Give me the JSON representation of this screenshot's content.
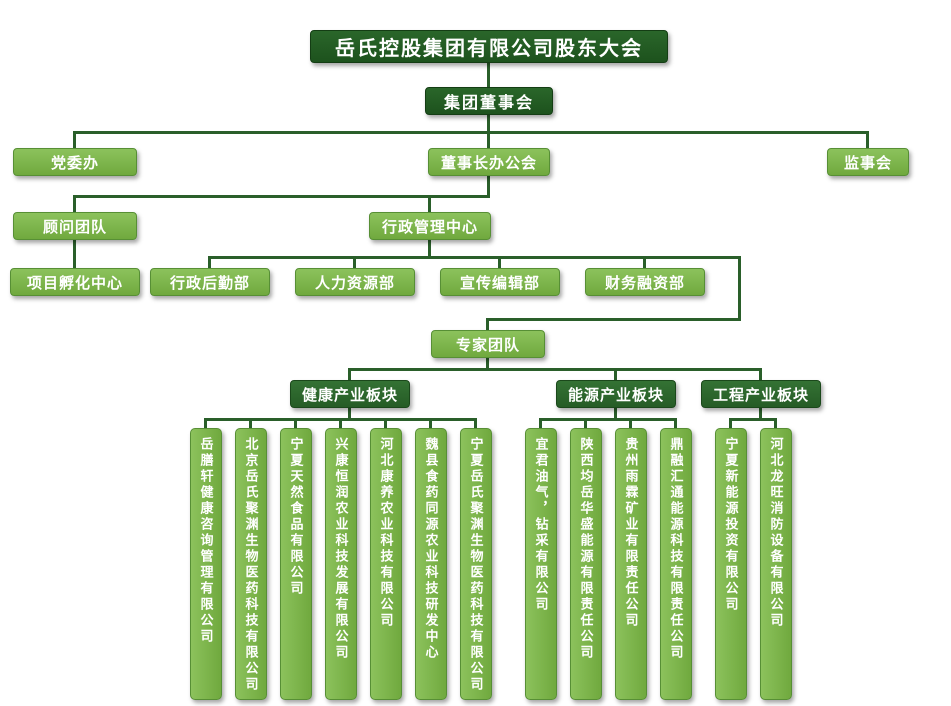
{
  "org_chart": {
    "root": "岳氏控股集团有限公司股东大会",
    "board": "集团董事会",
    "level3": {
      "party_office": "党委办",
      "chairman_office": "董事长办公会",
      "supervisory_board": "监事会"
    },
    "level4": {
      "advisor_team": "顾问团队",
      "admin_center": "行政管理中心"
    },
    "level5": {
      "incubation_center": "项目孵化中心",
      "logistics_dept": "行政后勤部",
      "hr_dept": "人力资源部",
      "editorial_dept": "宣传编辑部",
      "finance_dept": "财务融资部"
    },
    "expert_team": "专家团队",
    "sections": [
      {
        "label": "健康产业板块",
        "companies": [
          "岳膳轩健康咨询管理有限公司",
          "北京岳氏聚渊生物医药科技有限公司",
          "宁夏天然食品有限公司",
          "兴康恒润农业科技发展有限公司",
          "河北康养农业科技有限公司",
          "魏县食药同源农业科技研发中心",
          "宁夏岳氏聚渊生物医药科技有限公司"
        ]
      },
      {
        "label": "能源产业板块",
        "companies": [
          "宜君油气，钻采有限公司",
          "陕西均岳华盛能源有限责任公司",
          "贵州雨霖矿业有限责任公司",
          "鼎融汇通能源科技有限责任公司"
        ]
      },
      {
        "label": "工程产业板块",
        "companies": [
          "宁夏新能源投资有限公司",
          "河北龙旺消防设备有限公司"
        ]
      }
    ],
    "colors": {
      "dark_green": "#1d521d",
      "section_green": "#2e6b2e",
      "light_green": "#7cb44a",
      "line_green": "#2a5f2a",
      "text": "#ffffff"
    }
  }
}
